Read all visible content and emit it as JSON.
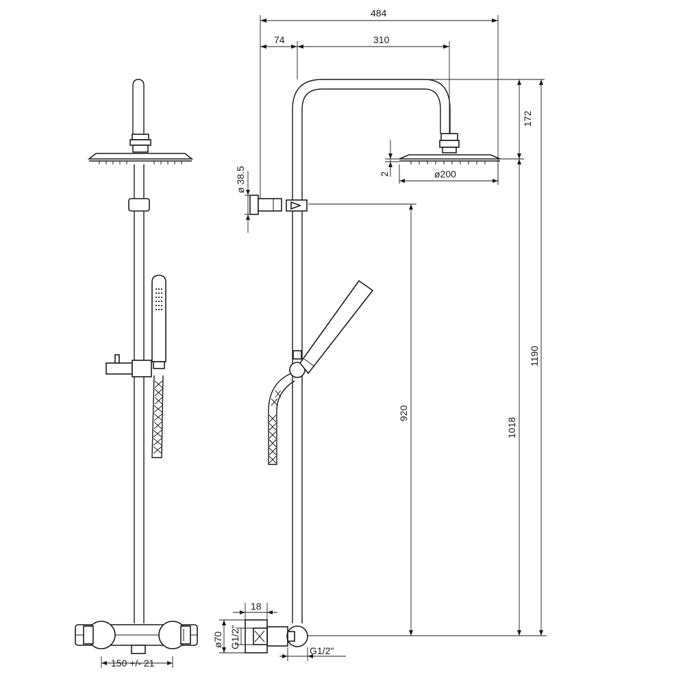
{
  "dimensions": {
    "total_width": "484",
    "offset": "74",
    "arm_reach": "310",
    "head_drop": "172",
    "head_thickness": "2",
    "head_diameter": "ø200",
    "holder_diameter": "ø 38.5",
    "slider_height": "920",
    "head_height": "1018",
    "total_height": "1190",
    "inlet_spacing": "150 +/- 21",
    "connector_depth": "18",
    "connector_diameter": "ø70",
    "connector_thread": "G1/2\"",
    "outlet_thread": "G1/2\""
  },
  "colors": {
    "line": "#1a1a1a",
    "background": "#ffffff"
  }
}
